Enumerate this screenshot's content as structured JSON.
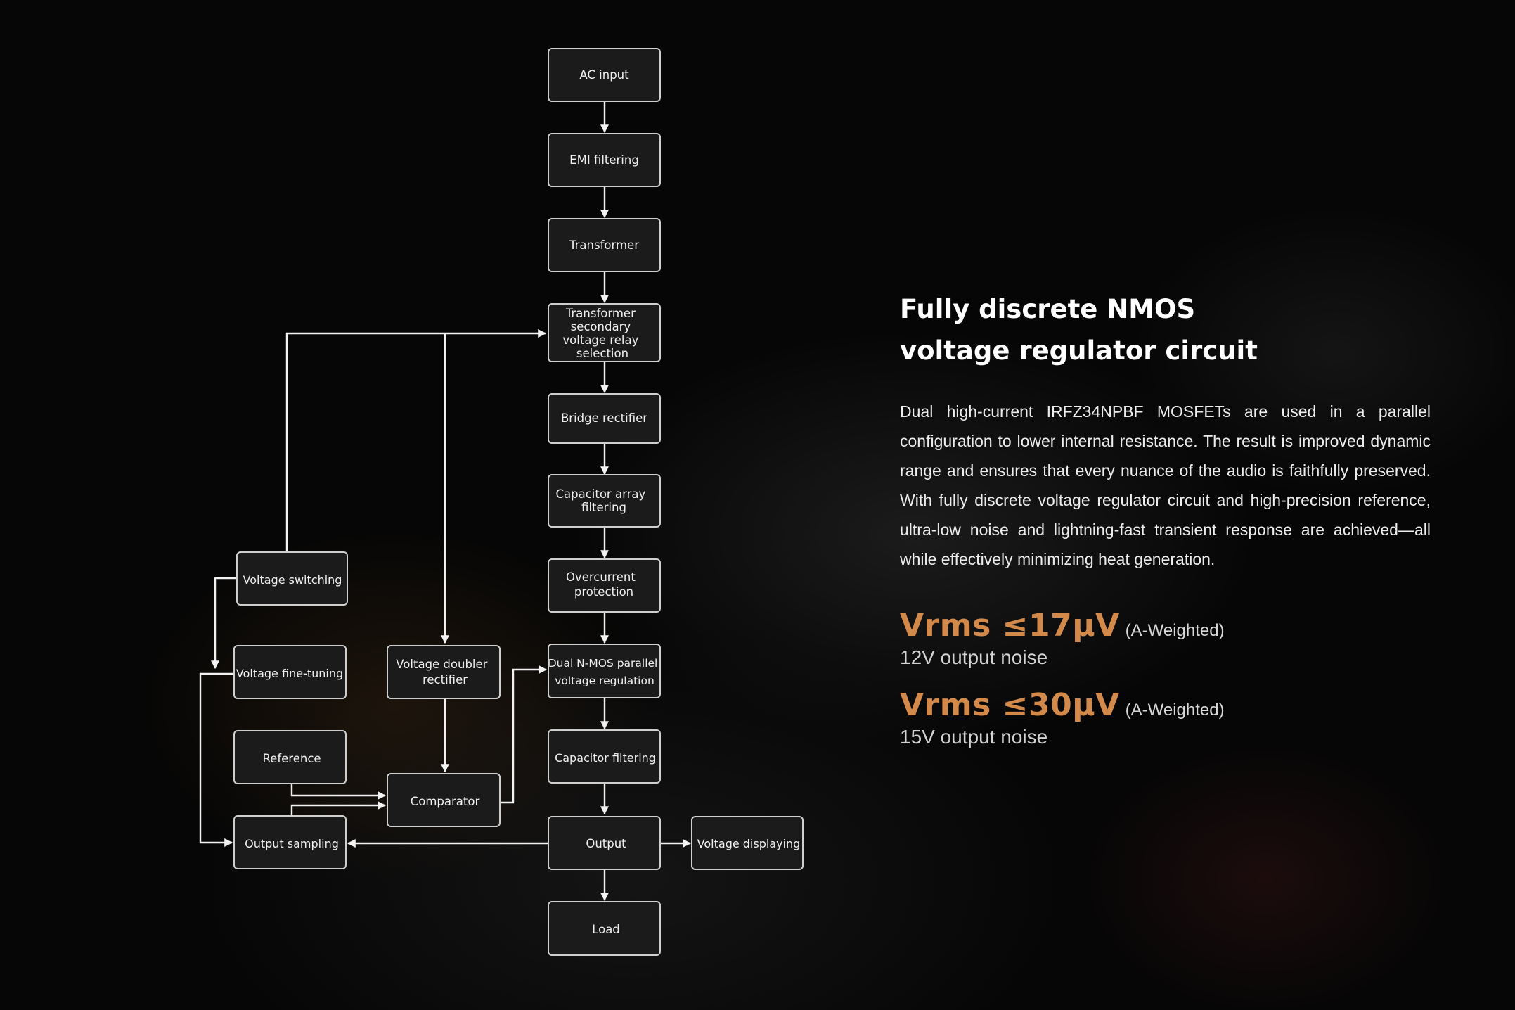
{
  "diagram": {
    "nodes": {
      "ac_input": [
        "AC input"
      ],
      "emi_filtering": [
        "EMI filtering"
      ],
      "transformer": [
        "Transformer"
      ],
      "relay_selection": [
        "Transformer",
        "secondary",
        "voltage relay",
        "selection"
      ],
      "bridge_rectifier": [
        "Bridge rectifier"
      ],
      "capacitor_array": [
        "Capacitor array",
        "filtering"
      ],
      "overcurrent": [
        "Overcurrent",
        "protection"
      ],
      "nmos_regulation": [
        "Dual N-MOS parallel",
        "voltage regulation"
      ],
      "capacitor_filtering": [
        "Capacitor filtering"
      ],
      "output": [
        "Output"
      ],
      "load": [
        "Load"
      ],
      "voltage_displaying": [
        "Voltage displaying"
      ],
      "voltage_switching": [
        "Voltage switching"
      ],
      "voltage_fine_tuning": [
        "Voltage fine-tuning"
      ],
      "voltage_doubler": [
        "Voltage doubler",
        "rectifier"
      ],
      "reference": [
        "Reference"
      ],
      "comparator": [
        "Comparator"
      ],
      "output_sampling": [
        "Output sampling"
      ]
    }
  },
  "panel": {
    "headline_line1": "Fully discrete NMOS",
    "headline_line2": "voltage regulator circuit",
    "description": "Dual high-current IRFZ34NPBF MOSFETs are used in a parallel configuration to lower internal resistance. The result is improved dynamic range and ensures that every nuance of the audio is faithfully preserved. With fully discrete voltage regulator circuit and high-precision reference, ultra-low noise and lightning-fast transient response are achieved—all while effectively minimizing heat generation.",
    "specs": [
      {
        "value": "Vrms ≤17μV",
        "note": "(A-Weighted)",
        "caption": "12V output noise"
      },
      {
        "value": "Vrms ≤30μV",
        "note": "(A-Weighted)",
        "caption": "15V output noise"
      }
    ]
  },
  "colors": {
    "accent": "#d2894a",
    "box_fill": "#1b1b1b",
    "box_stroke": "#cfcfcf",
    "arrow": "#f2f2f2"
  }
}
